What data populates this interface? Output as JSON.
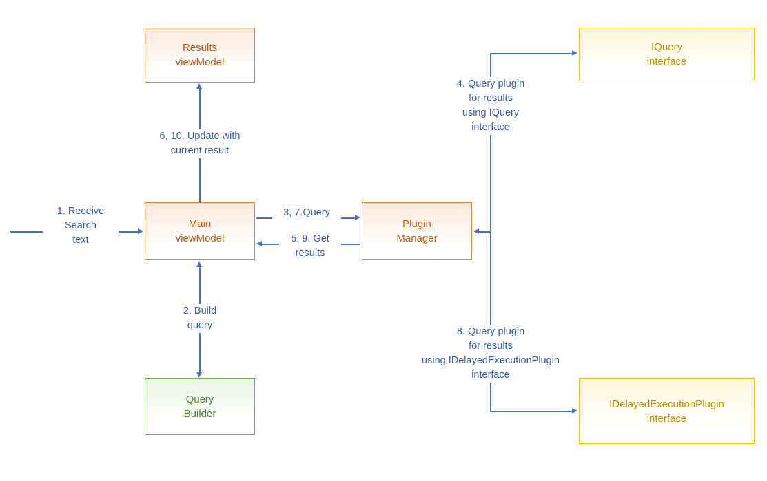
{
  "colors": {
    "connector_line": "#4472C4",
    "connector_text": "#3A5DA9",
    "orange_border": "#ED7D31",
    "orange_text": "#C55A11",
    "gold_border": "#FFC000",
    "gold_text": "#BF8F00",
    "green_border": "#70AD47",
    "green_text": "#538135"
  },
  "nodes": {
    "results_viewmodel": {
      "label": "Results\nviewModel"
    },
    "iquery_interface": {
      "label": "IQuery\ninterface"
    },
    "main_viewmodel": {
      "label": "Main\nviewModel"
    },
    "plugin_manager": {
      "label": "Plugin\nManager"
    },
    "query_builder": {
      "label": "Query\nBuilder"
    },
    "idelayed_interface": {
      "label": "IDelayedExecutionPlugin\ninterface"
    }
  },
  "connectors": {
    "receive": {
      "label": "1. Receive\nSearch\ntext"
    },
    "build_query": {
      "label": "2. Build\nquery"
    },
    "query": {
      "label": "3, 7.Query"
    },
    "iquery_call": {
      "label": "4. Query plugin\nfor results\nusing IQuery\ninterface"
    },
    "get_results": {
      "label": "5, 9. Get\nresults"
    },
    "update": {
      "label": "6, 10. Update with\ncurrent result"
    },
    "idelayed_call": {
      "label": "8. Query plugin\nfor results\nusing IDelayedExecutionPlugin\ninterface"
    }
  }
}
